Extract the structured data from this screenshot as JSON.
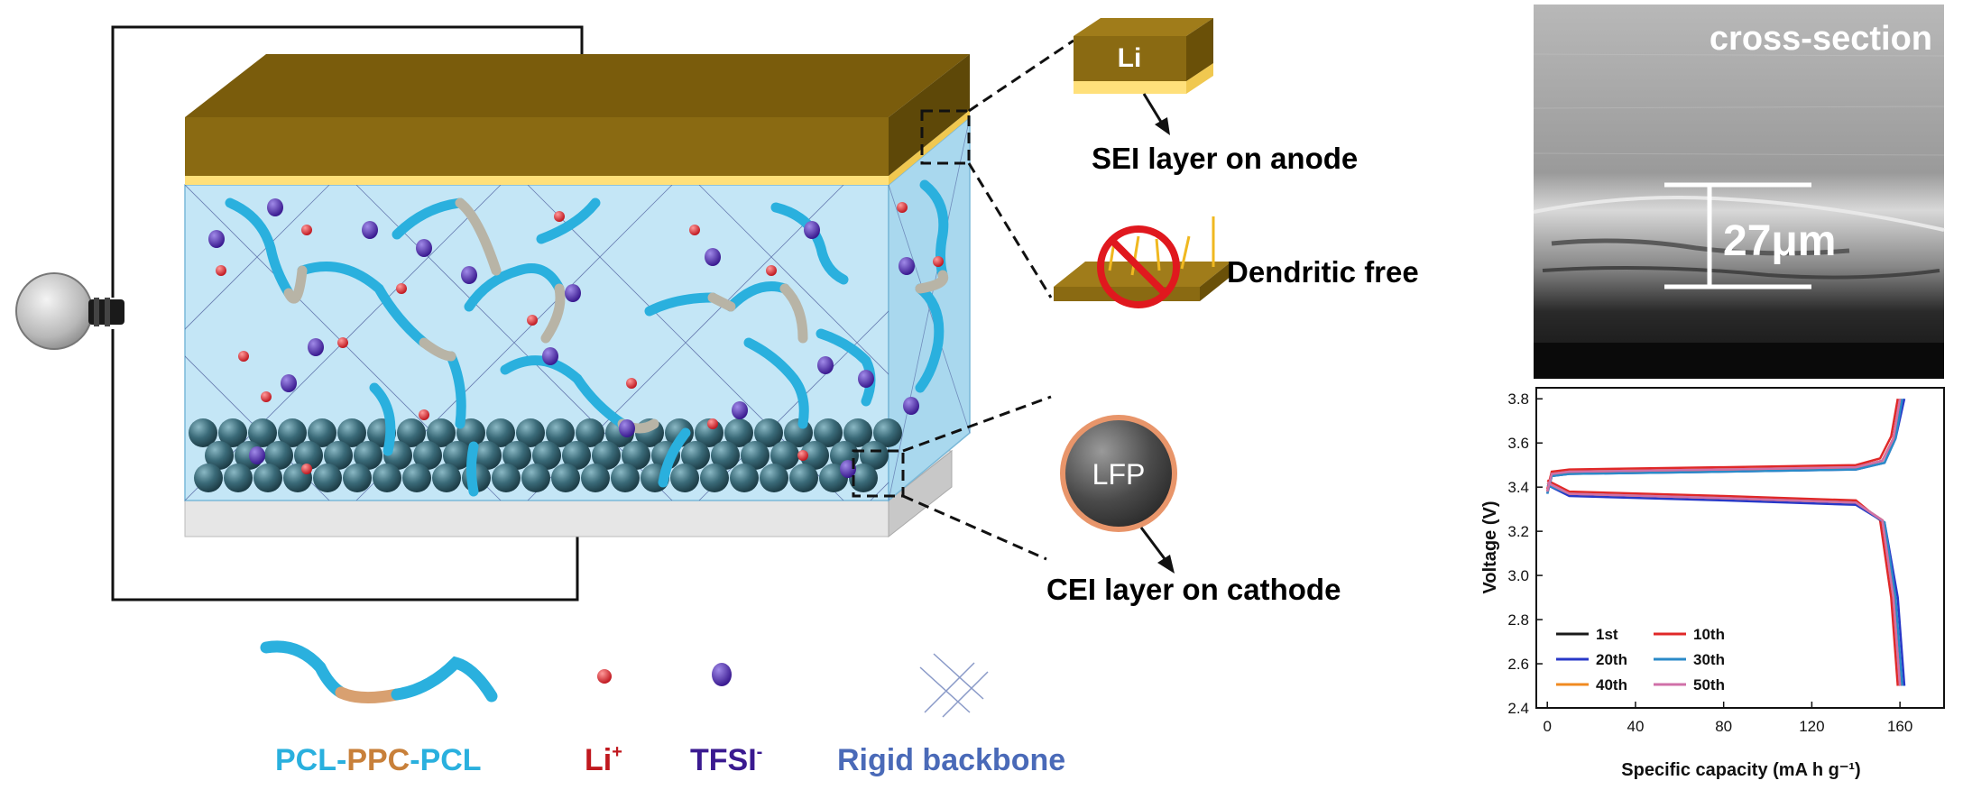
{
  "labels": {
    "li_slab": "Li",
    "sei": "SEI layer on anode",
    "dendritic": "Dendritic free",
    "lfp": "LFP",
    "cei": "CEI layer on cathode"
  },
  "legend": {
    "pcl_left": "PCL",
    "dash1": "-",
    "ppc": "PPC",
    "dash2": "-",
    "pcl_right": "PCL",
    "li_ion_base": "Li",
    "li_ion_sup": "+",
    "tfsi_base": "TFSI",
    "tfsi_sup": "-",
    "rigid": "Rigid backbone"
  },
  "sem": {
    "title": "cross-section",
    "thickness": "27μm"
  },
  "colors": {
    "anode": "#8a6a12",
    "anode_top": "#7a5c0c",
    "sei": "#ffe07a",
    "electrolyte": "#bfe4f5",
    "pcl": "#2ab0de",
    "ppc": "#d8a070",
    "li_ion": "#d8282e",
    "tfsi": "#4a2aa0",
    "particle": "#3a6a78"
  },
  "chart_data": {
    "type": "line",
    "xlabel": "Specific capacity (mA h g⁻¹)",
    "ylabel": "Voltage (V)",
    "xlim": [
      -5,
      180
    ],
    "ylim": [
      2.4,
      3.85
    ],
    "xticks": [
      "0",
      "40",
      "80",
      "120",
      "160"
    ],
    "yticks": [
      "2.4",
      "2.6",
      "2.8",
      "3.0",
      "3.2",
      "3.4",
      "3.6",
      "3.8"
    ],
    "legend_position": "bottom-left",
    "series": [
      {
        "name": "1st",
        "color": "#1a1a1a",
        "charge": [
          [
            0,
            3.38
          ],
          [
            2,
            3.46
          ],
          [
            10,
            3.47
          ],
          [
            80,
            3.48
          ],
          [
            140,
            3.49
          ],
          [
            152,
            3.52
          ],
          [
            157,
            3.62
          ],
          [
            160,
            3.8
          ]
        ],
        "discharge": [
          [
            160,
            2.5
          ],
          [
            157,
            2.9
          ],
          [
            152,
            3.25
          ],
          [
            140,
            3.33
          ],
          [
            80,
            3.35
          ],
          [
            10,
            3.37
          ],
          [
            0,
            3.42
          ]
        ]
      },
      {
        "name": "10th",
        "color": "#e02828",
        "charge": [
          [
            0,
            3.39
          ],
          [
            2,
            3.47
          ],
          [
            10,
            3.48
          ],
          [
            80,
            3.49
          ],
          [
            140,
            3.5
          ],
          [
            151,
            3.53
          ],
          [
            156,
            3.63
          ],
          [
            159,
            3.8
          ]
        ],
        "discharge": [
          [
            159,
            2.5
          ],
          [
            156,
            2.9
          ],
          [
            151,
            3.25
          ],
          [
            140,
            3.34
          ],
          [
            80,
            3.36
          ],
          [
            10,
            3.38
          ],
          [
            0,
            3.43
          ]
        ]
      },
      {
        "name": "20th",
        "color": "#2838c8",
        "charge": [
          [
            0,
            3.37
          ],
          [
            2,
            3.45
          ],
          [
            10,
            3.46
          ],
          [
            80,
            3.47
          ],
          [
            140,
            3.48
          ],
          [
            153,
            3.51
          ],
          [
            158,
            3.62
          ],
          [
            162,
            3.8
          ]
        ],
        "discharge": [
          [
            162,
            2.5
          ],
          [
            159,
            2.9
          ],
          [
            153,
            3.24
          ],
          [
            140,
            3.32
          ],
          [
            80,
            3.34
          ],
          [
            10,
            3.36
          ],
          [
            0,
            3.41
          ]
        ]
      },
      {
        "name": "30th",
        "color": "#2a8ac8",
        "charge": [
          [
            0,
            3.37
          ],
          [
            2,
            3.45
          ],
          [
            10,
            3.46
          ],
          [
            80,
            3.47
          ],
          [
            140,
            3.48
          ],
          [
            153,
            3.51
          ],
          [
            158,
            3.62
          ],
          [
            161,
            3.8
          ]
        ],
        "discharge": [
          [
            161,
            2.5
          ],
          [
            158,
            2.9
          ],
          [
            153,
            3.24
          ],
          [
            140,
            3.33
          ],
          [
            80,
            3.35
          ],
          [
            10,
            3.37
          ],
          [
            0,
            3.41
          ]
        ]
      },
      {
        "name": "40th",
        "color": "#f08a20",
        "charge": [
          [
            0,
            3.38
          ],
          [
            2,
            3.46
          ],
          [
            10,
            3.47
          ],
          [
            80,
            3.48
          ],
          [
            140,
            3.49
          ],
          [
            152,
            3.52
          ],
          [
            157,
            3.62
          ],
          [
            160,
            3.8
          ]
        ],
        "discharge": [
          [
            160,
            2.5
          ],
          [
            157,
            2.9
          ],
          [
            152,
            3.25
          ],
          [
            140,
            3.33
          ],
          [
            80,
            3.35
          ],
          [
            10,
            3.37
          ],
          [
            0,
            3.42
          ]
        ]
      },
      {
        "name": "50th",
        "color": "#d070a8",
        "charge": [
          [
            0,
            3.38
          ],
          [
            2,
            3.46
          ],
          [
            10,
            3.47
          ],
          [
            80,
            3.48
          ],
          [
            140,
            3.49
          ],
          [
            152,
            3.52
          ],
          [
            157,
            3.62
          ],
          [
            160,
            3.8
          ]
        ],
        "discharge": [
          [
            160,
            2.5
          ],
          [
            157,
            2.9
          ],
          [
            152,
            3.25
          ],
          [
            140,
            3.33
          ],
          [
            80,
            3.35
          ],
          [
            10,
            3.37
          ],
          [
            0,
            3.42
          ]
        ]
      }
    ]
  }
}
